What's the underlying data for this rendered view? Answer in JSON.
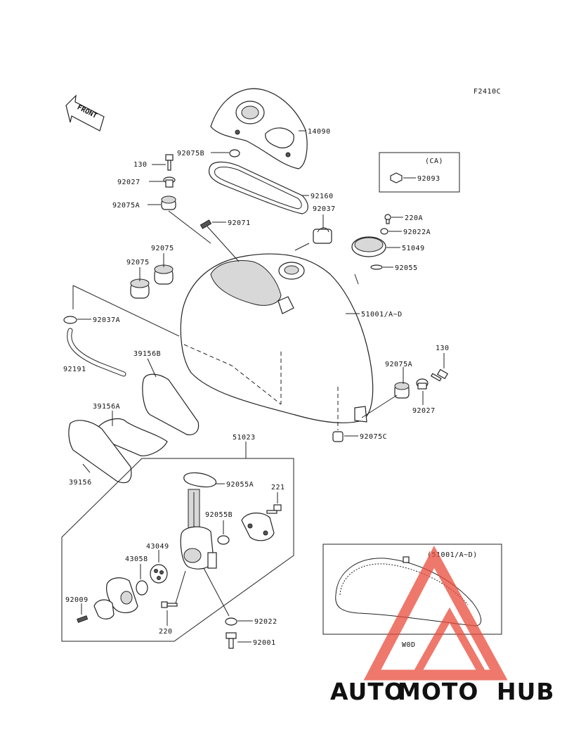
{
  "diagram": {
    "code": "F2410C",
    "front_label": "FRONT",
    "ca_label": "(CA)",
    "ca_part": "92093",
    "inset_label": "(51001/A~D)",
    "inset_part": "W0D",
    "parts": {
      "p14090": "14090",
      "p92075B": "92075B",
      "p130a": "130",
      "p92027a": "92027",
      "p92075Aa": "92075A",
      "p92160": "92160",
      "p92037": "92037",
      "p220A": "220A",
      "p92022A": "92022A",
      "p92071": "92071",
      "p51049": "51049",
      "p92075c": "92075",
      "p92075d": "92075",
      "p92055": "92055",
      "p92037A": "92037A",
      "p51001": "51001/A~D",
      "p92191": "92191",
      "p39156B": "39156B",
      "p130b": "130",
      "p92075Ab": "92075A",
      "p92027b": "92027",
      "p39156A": "39156A",
      "p92075C": "92075C",
      "p51023": "51023",
      "p39156": "39156",
      "p92055A": "92055A",
      "p221": "221",
      "p92055B": "92055B",
      "p43049": "43049",
      "p43058": "43058",
      "p92009": "92009",
      "p220": "220",
      "p92022": "92022",
      "p92001": "92001"
    }
  },
  "watermark": {
    "part1": "AUTO",
    "part2": "MOTO",
    "part3": "HUB",
    "colors": {
      "auto": "#f5b43a",
      "moto": "#e94b3c",
      "hub": "#555555",
      "triangle": "#e94b3c"
    }
  }
}
